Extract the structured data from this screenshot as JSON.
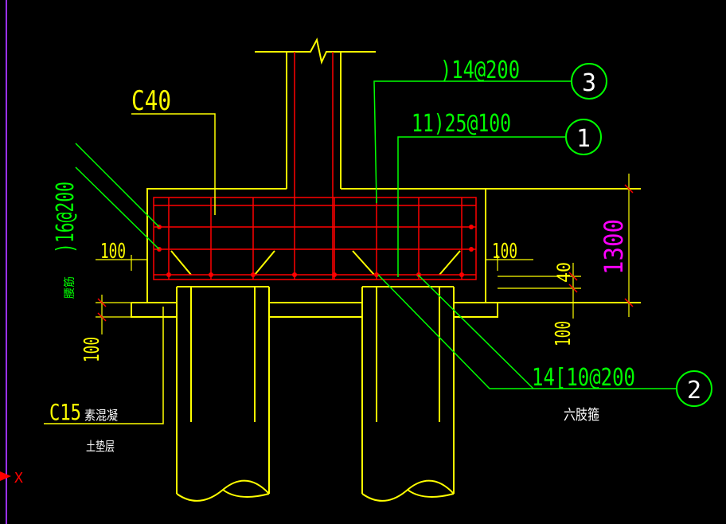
{
  "colors": {
    "background": "#000000",
    "outline": "#ffff00",
    "rebar": "#ff0000",
    "leader": "#00ff00",
    "dimension": "#ffff00",
    "dimension_highlight": "#ff00ff",
    "left_border": "#9b30ff"
  },
  "labels": {
    "concrete_grade": "C40",
    "rebar_3_spec": ")14@200",
    "rebar_1_spec": "11)25@100",
    "rebar_2_spec": "14[10@200",
    "side_rebar_spec": ")16@200",
    "side_rebar_note": "腰筋",
    "hexa_note": "六肢箍",
    "cushion_spec": "C15",
    "cushion_note": "素混凝",
    "soil_layer": "土垫层"
  },
  "markers": {
    "marker_3": "3",
    "marker_1": "1",
    "marker_2": "2"
  },
  "dimensions": {
    "left_offset": "100",
    "right_offset": "100",
    "cover": "40",
    "cap_height": "1300",
    "cushion_right": "100",
    "cushion_left": "100"
  },
  "axis": {
    "x_label": "X",
    "arrow_icon": "axis-arrow-icon"
  }
}
